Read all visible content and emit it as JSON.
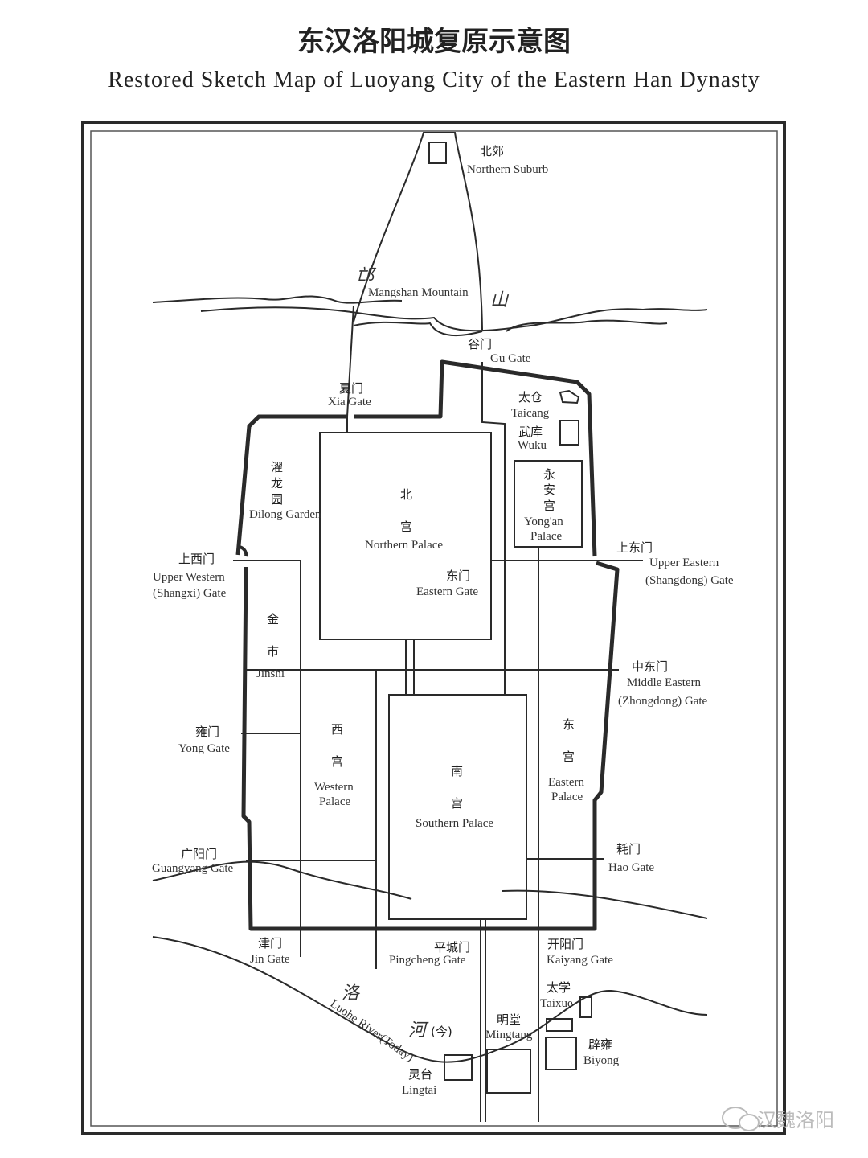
{
  "header": {
    "title": "东汉洛阳城复原示意图",
    "subtitle": "Restored Sketch Map of Luoyang City of the Eastern Han Dynasty"
  },
  "labels": {
    "northern_suburb": {
      "zh": "北郊",
      "en": "Northern Suburb"
    },
    "mangshan": {
      "zh1": "邙",
      "zh2": "山",
      "en": "Mangshan Mountain"
    },
    "gu_gate": {
      "zh": "谷门",
      "en": "Gu Gate"
    },
    "xia_gate": {
      "zh": "夏门",
      "en": "Xia Gate"
    },
    "taicang": {
      "zh": "太仓",
      "en": "Taicang"
    },
    "wuku": {
      "zh": "武库",
      "en": "Wuku"
    },
    "dilong_garden": {
      "zh1": "濯",
      "zh2": "龙",
      "zh3": "园",
      "en": "Dilong Garden"
    },
    "northern_palace": {
      "zh1": "北",
      "zh2": "宫",
      "en": "Northern Palace"
    },
    "yongan_palace": {
      "zh1": "永",
      "zh2": "安",
      "zh3": "宫",
      "en1": "Yong'an",
      "en2": "Palace"
    },
    "upper_western_gate": {
      "zh": "上西门",
      "en1": "Upper Western",
      "en2": "(Shangxi) Gate"
    },
    "upper_eastern_gate": {
      "zh": "上东门",
      "en1": "Upper Eastern",
      "en2": "(Shangdong) Gate"
    },
    "eastern_gate": {
      "zh": "东门",
      "en": "Eastern Gate"
    },
    "jinshi": {
      "zh1": "金",
      "zh2": "市",
      "en": "Jinshi"
    },
    "middle_eastern_gate": {
      "zh": "中东门",
      "en1": "Middle Eastern",
      "en2": "(Zhongdong) Gate"
    },
    "yong_gate": {
      "zh": "雍门",
      "en": "Yong Gate"
    },
    "western_palace": {
      "zh1": "西",
      "zh2": "宫",
      "en1": "Western",
      "en2": "Palace"
    },
    "southern_palace": {
      "zh1": "南",
      "zh2": "宫",
      "en": "Southern Palace"
    },
    "eastern_palace": {
      "zh1": "东",
      "zh2": "宫",
      "en1": "Eastern",
      "en2": "Palace"
    },
    "guangyang_gate": {
      "zh": "广阳门",
      "en": "Guangyang Gate"
    },
    "hao_gate": {
      "zh": "耗门",
      "en": "Hao Gate"
    },
    "jin_gate": {
      "zh": "津门",
      "en": "Jin Gate"
    },
    "pingcheng_gate": {
      "zh": "平城门",
      "en": "Pingcheng Gate"
    },
    "kaiyang_gate": {
      "zh": "开阳门",
      "en": "Kaiyang Gate"
    },
    "luohe_river": {
      "zh1": "洛",
      "zh2": "河",
      "zh3": "(今)",
      "en": "Luohe River(Today)"
    },
    "taixue": {
      "zh": "太学",
      "en": "Taixue"
    },
    "mingtang": {
      "zh": "明堂",
      "en": "Mingtang"
    },
    "biyong": {
      "zh": "辟雍",
      "en": "Biyong"
    },
    "lingtai": {
      "zh": "灵台",
      "en": "Lingtai"
    }
  },
  "watermark": "汉魏洛阳"
}
